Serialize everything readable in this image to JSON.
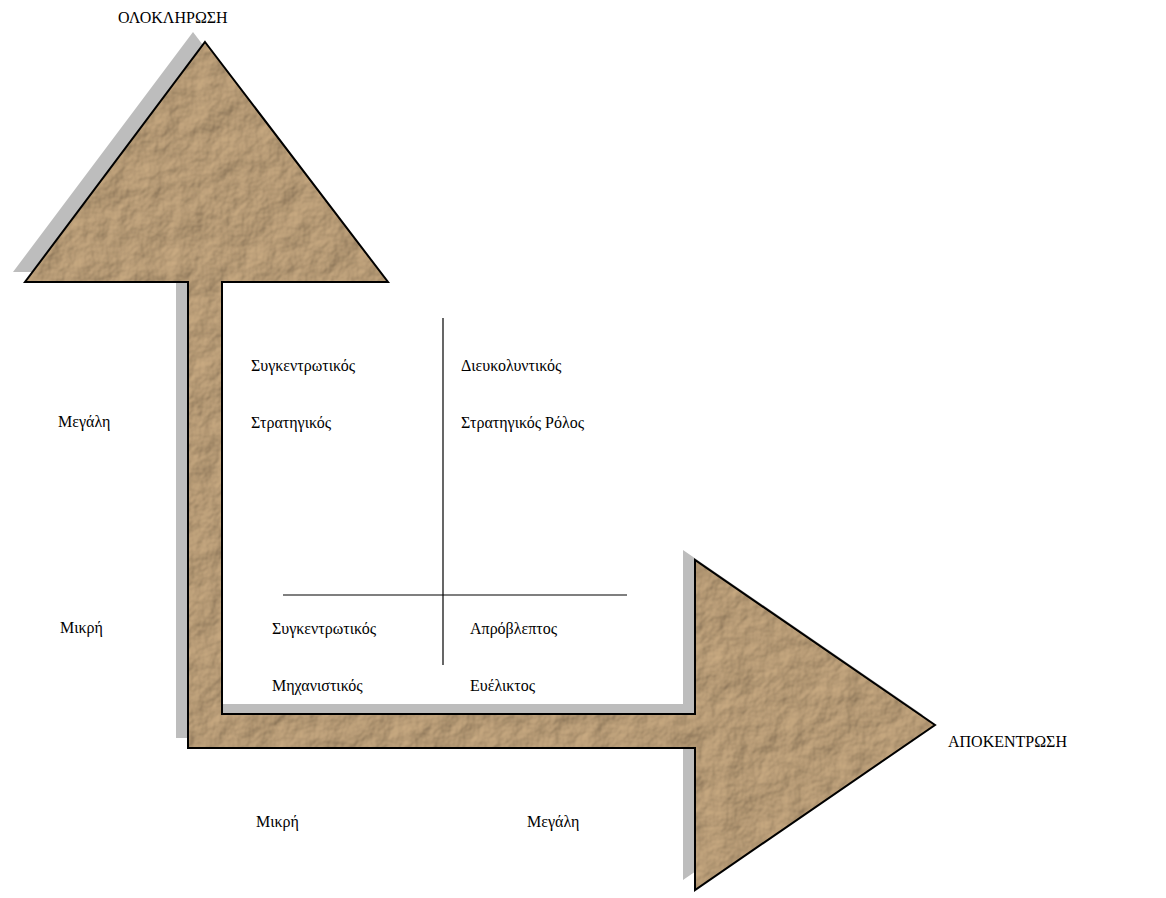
{
  "diagram": {
    "labels": [
      "ΟΛΟΚΛΗΡΩΣΗ",
      "ΑΠΟΚΕΝΤΡΩΣΗ",
      "Μεγάλη",
      "Μικρή",
      "Μικρή",
      "Μεγάλη",
      "Συγκεντρωτικός Στρατηγικός",
      "Διευκολυντικός Στρατηγικός Ρόλος",
      "Συγκεντρωτικός Μηχανιστικός",
      "Απρόβλεπτος Ευέλικτος"
    ]
  }
}
